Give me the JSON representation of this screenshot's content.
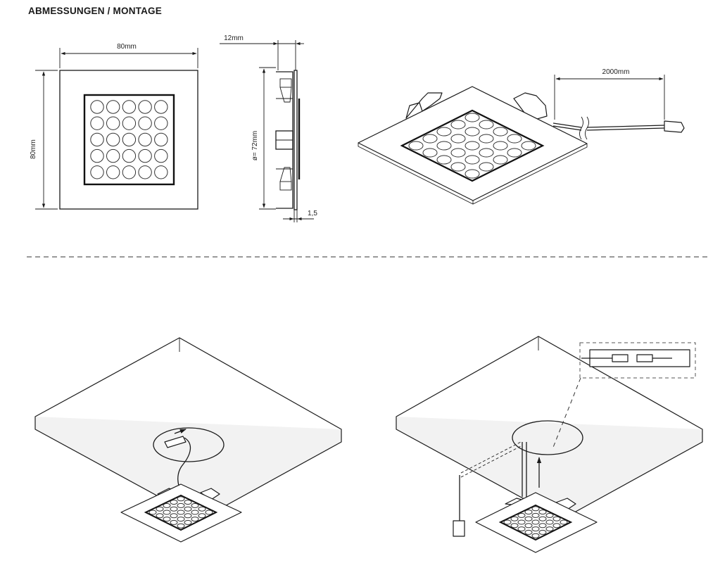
{
  "header": {
    "title": "ABMESSUNGEN / MONTAGE"
  },
  "dimensions": {
    "front_width": "80mm",
    "front_height": "80mm",
    "side_depth": "12mm",
    "cutout_diameter": "ø= 72mm",
    "flange_thickness": "1,5",
    "cable_length": "2000mm"
  },
  "icons": {
    "front_view": "front-view-drawing",
    "side_view": "side-view-drawing",
    "iso_view": "isometric-light-drawing",
    "mount_step_1": "mounting-step-1-drawing",
    "mount_step_2": "mounting-step-2-drawing"
  }
}
